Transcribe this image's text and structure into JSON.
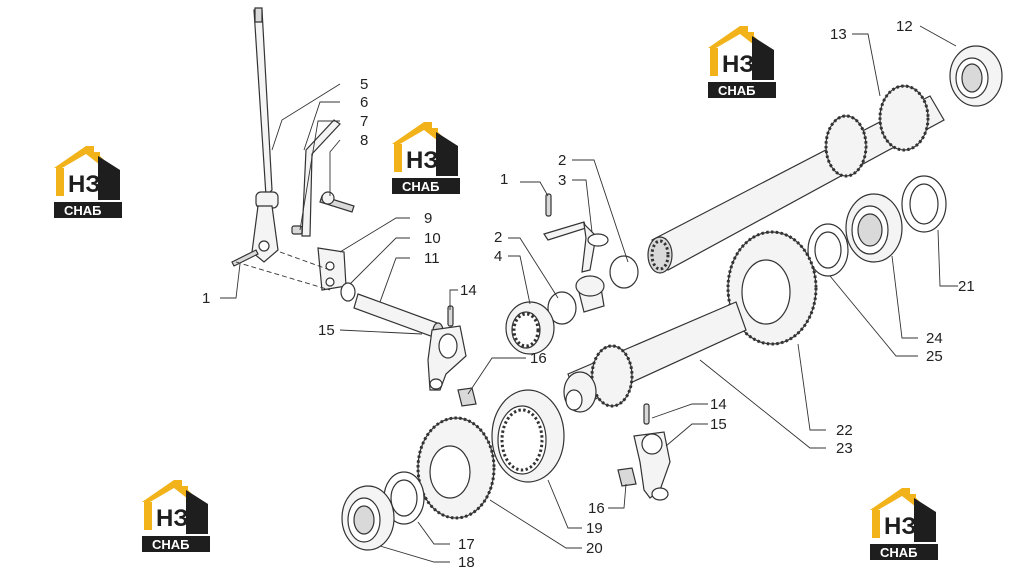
{
  "diagram": {
    "callouts": [
      "1",
      "2",
      "3",
      "4",
      "5",
      "6",
      "7",
      "8",
      "9",
      "10",
      "11",
      "12",
      "13",
      "14",
      "15",
      "16",
      "17",
      "18",
      "19",
      "20",
      "21",
      "22",
      "23",
      "24",
      "25"
    ]
  },
  "watermark": {
    "mark": "НЗ",
    "caption": "СНАБ",
    "colors": {
      "roof": "#f2b21a",
      "box": "#1e1e1e"
    }
  }
}
